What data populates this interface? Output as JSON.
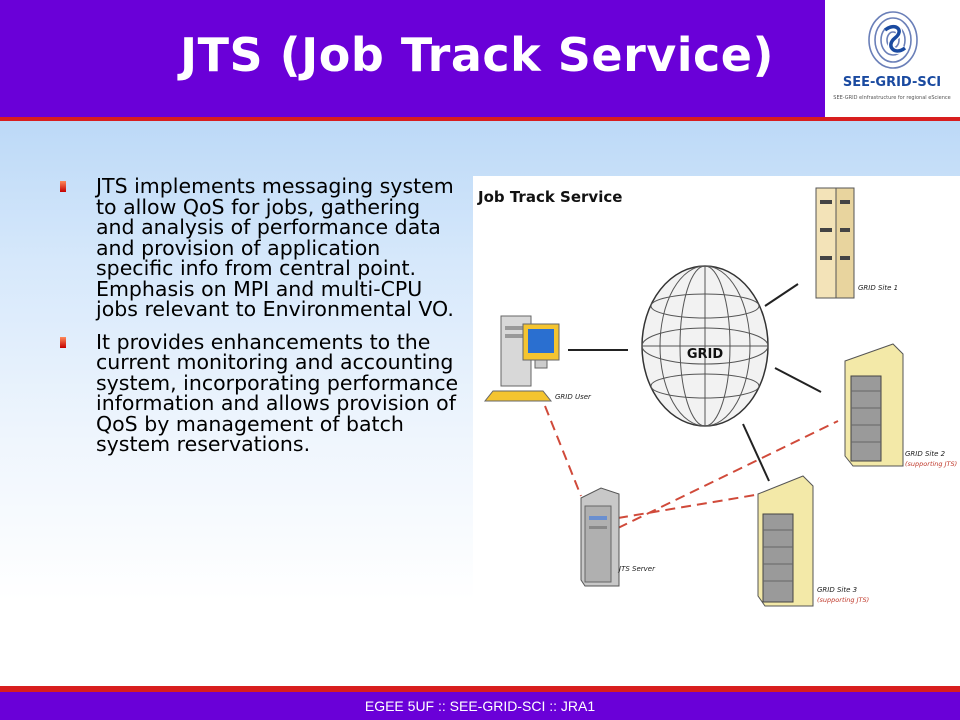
{
  "slide": {
    "title": "JTS (Job Track Service)",
    "footer": "EGEE 5UF :: SEE-GRID-SCI :: JRA1"
  },
  "logo": {
    "name": "SEE-GRID-SCI",
    "tagline": "SEE-GRID eInfrastructure for regional eScience"
  },
  "bullets": [
    "JTS implements messaging system to allow QoS for jobs, gathering and analysis of performance data and provision of application specific info from central point. Emphasis on MPI and multi-CPU jobs relevant to Environmental VO.",
    "It provides enhancements to the current monitoring and accounting system, incorporating performance information and allows provision of QoS by management of batch system reservations."
  ],
  "diagram": {
    "title": "Job Track Service",
    "center": "GRID",
    "user": "GRID User",
    "server": "JTS Server",
    "site1": "GRID Site 1",
    "site2": "GRID Site 2",
    "site2_note": "(supporting JTS)",
    "site3": "GRID Site 3",
    "site3_note": "(supporting JTS)"
  },
  "colors": {
    "header": "#6a00d8",
    "accent_line": "#d81e1e",
    "title_text": "#ffffff",
    "logo_blue": "#1a4aa0",
    "dashed_link": "#d04a3a"
  }
}
